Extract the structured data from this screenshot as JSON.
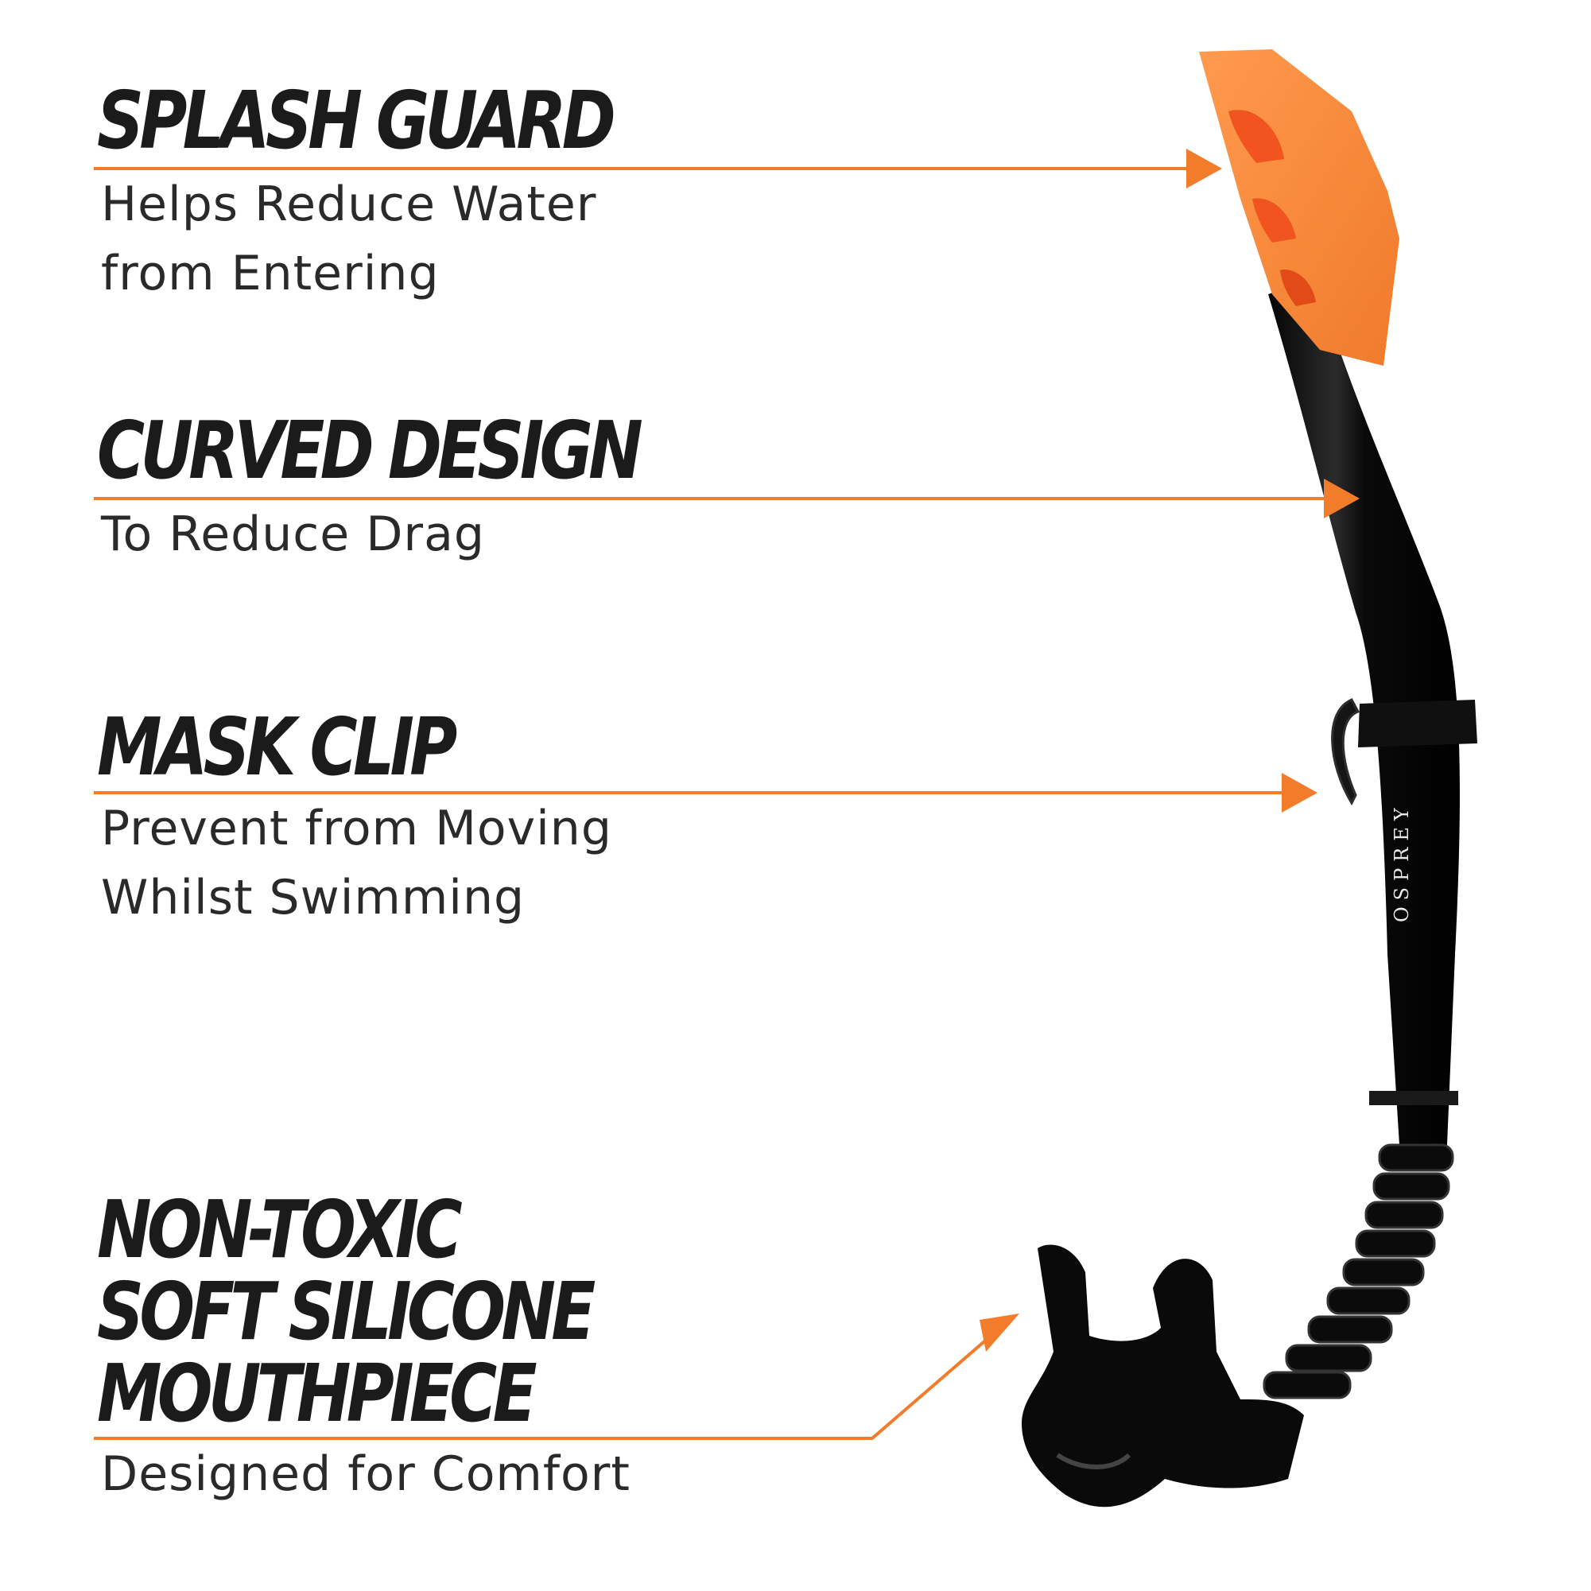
{
  "accent_color": "#f37c2b",
  "features": [
    {
      "id": "splash-guard",
      "title": "SPLASH GUARD",
      "description_lines": [
        "Helps Reduce Water",
        "from Entering"
      ]
    },
    {
      "id": "curved-design",
      "title": "CURVED DESIGN",
      "description_lines": [
        "To Reduce Drag"
      ]
    },
    {
      "id": "mask-clip",
      "title": "MASK CLIP",
      "description_lines": [
        "Prevent from Moving",
        "Whilst Swimming"
      ]
    },
    {
      "id": "mouthpiece",
      "title_lines": [
        "NON-TOXIC",
        "SOFT SILICONE",
        "MOUTHPIECE"
      ],
      "description_lines": [
        "Designed for Comfort"
      ]
    }
  ],
  "product": {
    "brand": "OSPREY",
    "name": "snorkel",
    "tube_color": "#0c0c0c",
    "splash_guard_color": "#fb8a3c"
  }
}
